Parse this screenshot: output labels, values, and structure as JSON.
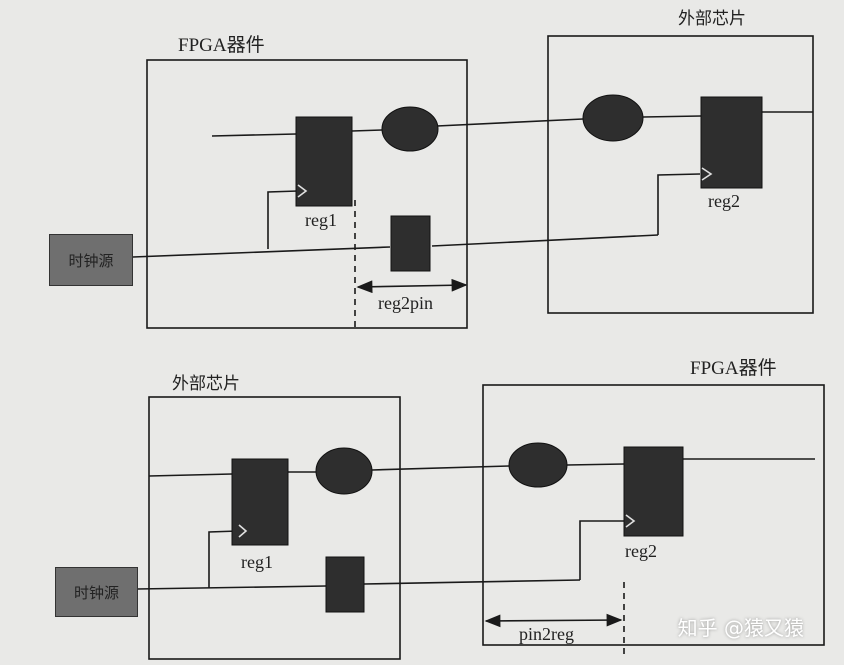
{
  "top_diagram": {
    "left_chip_title": "FPGA器件",
    "right_chip_title": "外部芯片",
    "clock_source": "时钟源",
    "reg1_label": "reg1",
    "reg2_label": "reg2",
    "delay_label": "reg2pin"
  },
  "bottom_diagram": {
    "left_chip_title": "外部芯片",
    "right_chip_title": "FPGA器件",
    "clock_source": "时钟源",
    "reg1_label": "reg1",
    "reg2_label": "reg2",
    "delay_label": "pin2reg"
  },
  "watermark": "知乎 @猿又猿",
  "colors": {
    "background": "#e9e9e7",
    "line": "#1a1a1a",
    "register_fill": "#2e2e2e",
    "logic_fill": "#3a3a3a",
    "clock_fill": "#6f6f6f"
  }
}
